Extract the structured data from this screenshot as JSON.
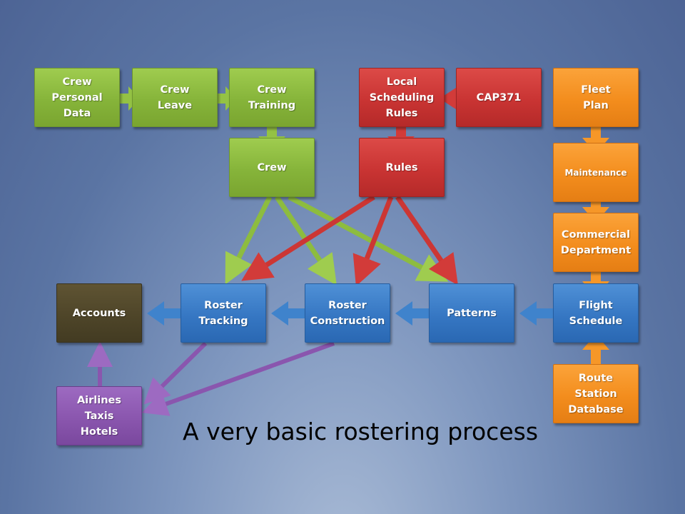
{
  "title": "A very basic rostering process",
  "colors": {
    "crew_group": "#86b43a",
    "rules_group": "#c93433",
    "fleet_group": "#f38d1d",
    "process_group": "#3677c3",
    "accounts": "#4d4428",
    "services": "#8a56ae",
    "background": "#5a74a3"
  },
  "nodes": {
    "crew_personal_data": "Crew\nPersonal\nData",
    "crew_leave": "Crew\nLeave",
    "crew_training": "Crew\nTraining",
    "crew": "Crew",
    "local_scheduling_rules": "Local\nScheduling\nRules",
    "cap371": "CAP371",
    "rules": "Rules",
    "fleet_plan": "Fleet\nPlan",
    "maintenance": "Maintenance",
    "commercial_department": "Commercial\nDepartment",
    "flight_schedule": "Flight\nSchedule",
    "route_station_database": "Route\nStation\nDatabase",
    "patterns": "Patterns",
    "roster_construction": "Roster\nConstruction",
    "roster_tracking": "Roster\nTracking",
    "accounts": "Accounts",
    "airlines_taxis_hotels": "Airlines\nTaxis\nHotels"
  },
  "edges": [
    {
      "from": "Crew Personal Data",
      "to": "Crew Leave"
    },
    {
      "from": "Crew Leave",
      "to": "Crew Training"
    },
    {
      "from": "Crew Training",
      "to": "Crew"
    },
    {
      "from": "CAP371",
      "to": "Local Scheduling Rules"
    },
    {
      "from": "Local Scheduling Rules",
      "to": "Rules"
    },
    {
      "from": "Fleet Plan",
      "to": "Maintenance"
    },
    {
      "from": "Maintenance",
      "to": "Commercial Department"
    },
    {
      "from": "Commercial Department",
      "to": "Flight Schedule"
    },
    {
      "from": "Route Station Database",
      "to": "Flight Schedule"
    },
    {
      "from": "Flight Schedule",
      "to": "Patterns"
    },
    {
      "from": "Patterns",
      "to": "Roster Construction"
    },
    {
      "from": "Roster Construction",
      "to": "Roster Tracking"
    },
    {
      "from": "Roster Tracking",
      "to": "Accounts"
    },
    {
      "from": "Crew",
      "to": "Roster Tracking"
    },
    {
      "from": "Crew",
      "to": "Roster Construction"
    },
    {
      "from": "Crew",
      "to": "Patterns"
    },
    {
      "from": "Rules",
      "to": "Roster Tracking"
    },
    {
      "from": "Rules",
      "to": "Roster Construction"
    },
    {
      "from": "Rules",
      "to": "Patterns"
    },
    {
      "from": "Roster Tracking",
      "to": "Airlines Taxis Hotels"
    },
    {
      "from": "Roster Construction",
      "to": "Airlines Taxis Hotels"
    },
    {
      "from": "Airlines Taxis Hotels",
      "to": "Accounts"
    }
  ]
}
